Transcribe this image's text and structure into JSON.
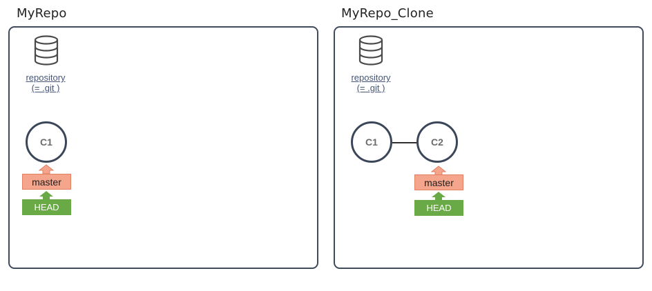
{
  "repos": [
    {
      "title": "MyRepo",
      "repository_label_line1": "repository",
      "repository_label_line2": "(= .git )",
      "commits": [
        "C1"
      ],
      "branch_label": "master",
      "head_label": "HEAD"
    },
    {
      "title": "MyRepo_Clone",
      "repository_label_line1": "repository",
      "repository_label_line2": "(= .git )",
      "commits": [
        "C1",
        "C2"
      ],
      "branch_label": "master",
      "head_label": "HEAD"
    }
  ],
  "colors": {
    "border": "#3f4a5a",
    "branch_fill": "#f4a58c",
    "head_fill": "#6aaa46"
  }
}
